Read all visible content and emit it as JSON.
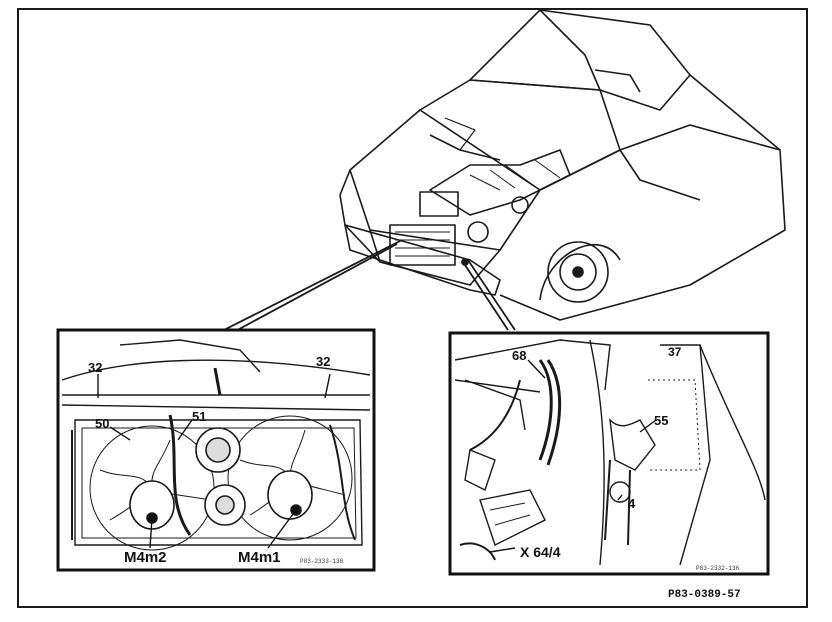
{
  "figure_code": "P83-0389-57",
  "left_inset": {
    "labels": {
      "a": "32",
      "b": "32",
      "c": "50",
      "d": "51",
      "fan2": "M4m2",
      "fan1": "M4m1"
    },
    "ref": "P83-2333-138"
  },
  "right_inset": {
    "labels": {
      "a": "68",
      "b": "37",
      "c": "55",
      "d": "4",
      "connector": "X 64/4"
    },
    "ref": "P83-2332-136"
  }
}
